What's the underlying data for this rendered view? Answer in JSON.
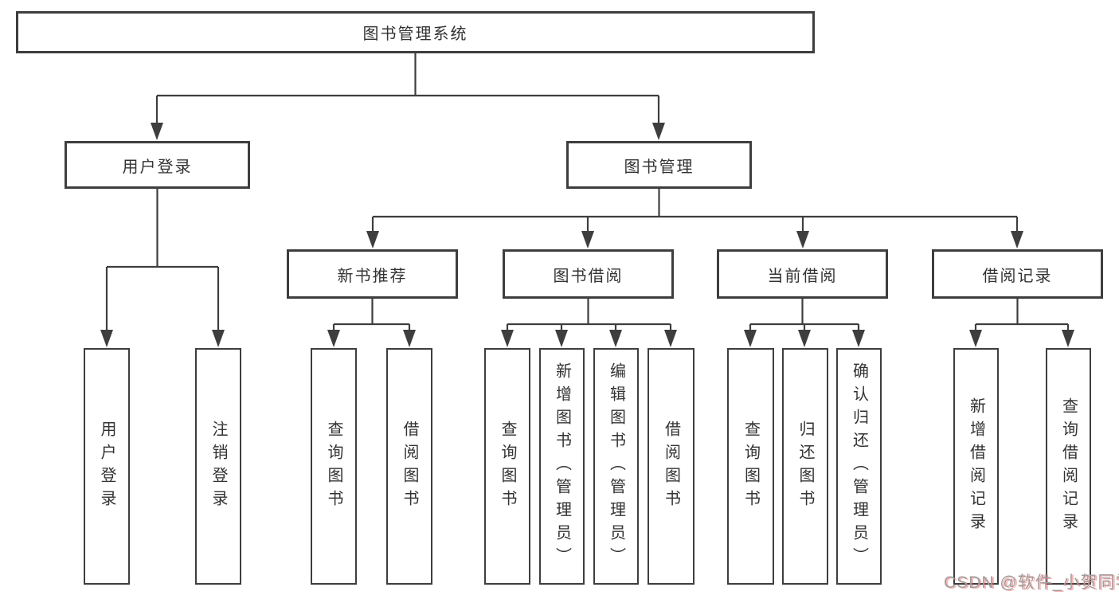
{
  "diagram": {
    "root": "图书管理系统",
    "branches": {
      "user_login": "用户登录",
      "book_mgmt": "图书管理"
    },
    "modules": {
      "new_book": "新书推荐",
      "borrow": "图书借阅",
      "current": "当前借阅",
      "records": "借阅记录"
    },
    "leaves": {
      "user_login": [
        "用户登录",
        "注销登录"
      ],
      "new_book": [
        "查询图书",
        "借阅图书"
      ],
      "borrow": [
        "查询图书",
        "新增图书（管理员）",
        "编辑图书（管理员）",
        "借阅图书"
      ],
      "current": [
        "查询图书",
        "归还图书",
        "确认归还（管理员）"
      ],
      "records": [
        "新增借阅记录",
        "查询借阅记录"
      ]
    }
  },
  "watermark": "CSDN @软件_小贺同学",
  "colors": {
    "line": "#3e3e3e",
    "text": "#333333",
    "background": "#ffffff",
    "watermark_gray": "#9e9e9e",
    "watermark_red": "#ff4d4d"
  }
}
